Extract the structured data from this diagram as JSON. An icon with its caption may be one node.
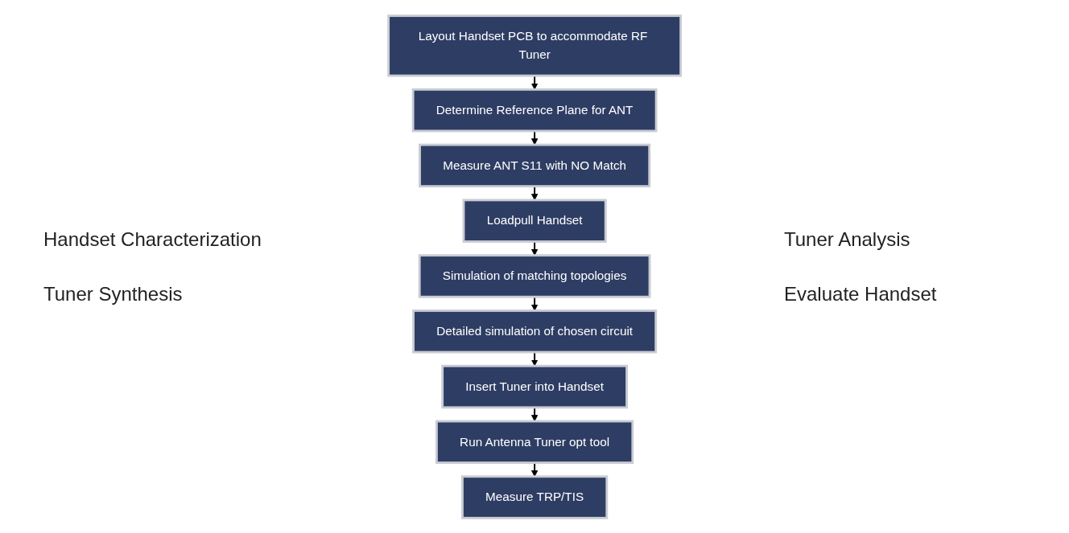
{
  "diagram": {
    "nodes": [
      {
        "text": [
          "Layout Handset PCB to accommodate RF Tuner"
        ]
      },
      {
        "text": [
          "Determine Reference Plane for ANT"
        ]
      },
      {
        "text": [
          "Measure ANT S11 with NO Match"
        ]
      },
      {
        "text": [
          "Loadpull Handset"
        ]
      },
      {
        "text": [
          "Simulation of matching topologies"
        ]
      },
      {
        "text": [
          "Detailed simulation of chosen circuit"
        ]
      },
      {
        "text": [
          "Insert Tuner into Handset"
        ]
      },
      {
        "text": [
          "Run Antenna Tuner opt tool"
        ]
      },
      {
        "text": [
          "Measure TRP/TIS"
        ]
      }
    ],
    "edges": [
      {
        "from": 0,
        "to": 1,
        "arrow": "to"
      },
      {
        "from": 1,
        "to": 2,
        "arrow": "to"
      },
      {
        "from": 2,
        "to": 3,
        "arrow": "to"
      },
      {
        "from": 3,
        "to": 4,
        "arrow": "to"
      },
      {
        "from": 4,
        "to": 5,
        "arrow": "to"
      },
      {
        "from": 5,
        "to": 6,
        "arrow": "to"
      },
      {
        "from": 6,
        "to": 7,
        "arrow": "to"
      },
      {
        "from": 7,
        "to": 8,
        "arrow": "to"
      }
    ],
    "labels": [
      "Handset Characterization",
      "Tuner Synthesis",
      "Tuner Analysis",
      "Evaluate Handset"
    ]
  }
}
